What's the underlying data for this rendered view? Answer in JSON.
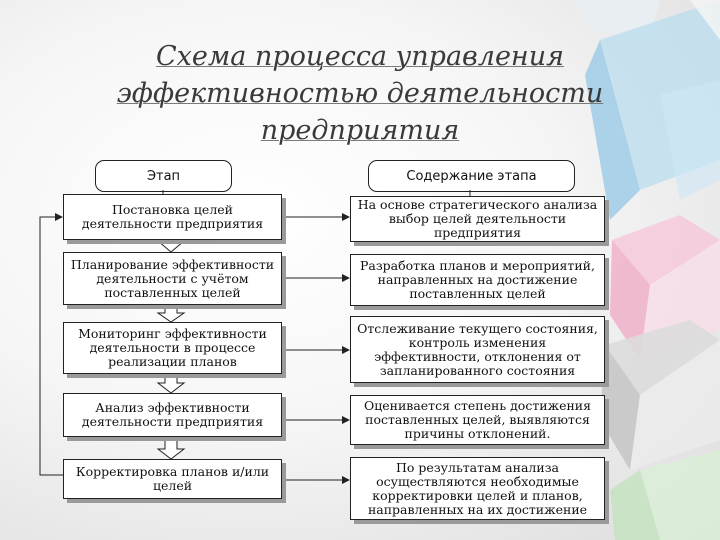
{
  "title": "Схема процесса управления эффективностью деятельности предприятия",
  "headers": {
    "stage": "Этап",
    "content": "Содержание этапа"
  },
  "stages": [
    {
      "label": "Постановка целей деятельности предприятия",
      "content": "На основе стратегического анализа выбор целей деятельности предприятия"
    },
    {
      "label": "Планирование эффективности деятельности с учётом поставленных целей",
      "content": "Разработка планов и мероприятий, направленных на достижение поставленных целей"
    },
    {
      "label": "Мониторинг эффективности деятельности в процессе реализации планов",
      "content": "Отслеживание текущего состояния, контроль изменения эффективности, отклонения от запланированного состояния"
    },
    {
      "label": "Анализ эффективности деятельности предприятия",
      "content": "Оценивается степень достижения поставленных целей, выявляются причины отклонений."
    },
    {
      "label": "Корректировка планов и/или целей",
      "content": "По результатам анализа осуществляются необходимые корректировки целей и планов, направленных на их достижение"
    }
  ]
}
